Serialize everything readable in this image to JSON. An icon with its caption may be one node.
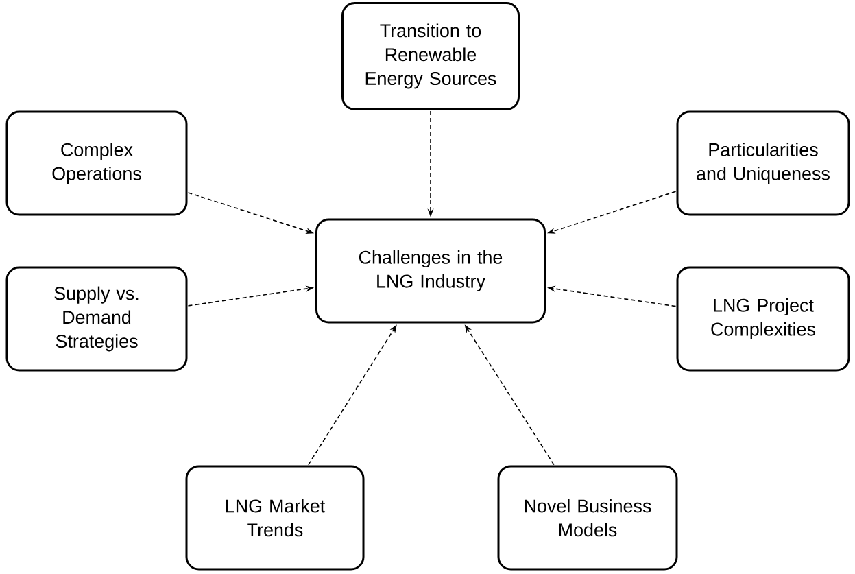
{
  "diagram": {
    "nodes": [
      {
        "text": [
          "Challenges in the LNG Industry"
        ]
      },
      {
        "text": [
          "Transition to Renewable Energy Sources"
        ]
      },
      {
        "text": [
          "Complex Operations"
        ]
      },
      {
        "text": [
          "Particularities and Uniqueness"
        ]
      },
      {
        "text": [
          "Supply vs. Demand Strategies"
        ]
      },
      {
        "text": [
          "LNG Project Complexities"
        ]
      },
      {
        "text": [
          "LNG Market Trends"
        ]
      },
      {
        "text": [
          "Novel Business Models"
        ]
      }
    ],
    "edges": [
      {
        "from": 1,
        "to": 0,
        "arrow": "to",
        "style": "dashed"
      },
      {
        "from": 2,
        "to": 0,
        "arrow": "to",
        "style": "dashed"
      },
      {
        "from": 3,
        "to": 0,
        "arrow": "to",
        "style": "dashed"
      },
      {
        "from": 4,
        "to": 0,
        "arrow": "to",
        "style": "dashed"
      },
      {
        "from": 5,
        "to": 0,
        "arrow": "to",
        "style": "dashed"
      },
      {
        "from": 6,
        "to": 0,
        "arrow": "to",
        "style": "dashed"
      },
      {
        "from": 7,
        "to": 0,
        "arrow": "to",
        "style": "dashed"
      }
    ]
  }
}
